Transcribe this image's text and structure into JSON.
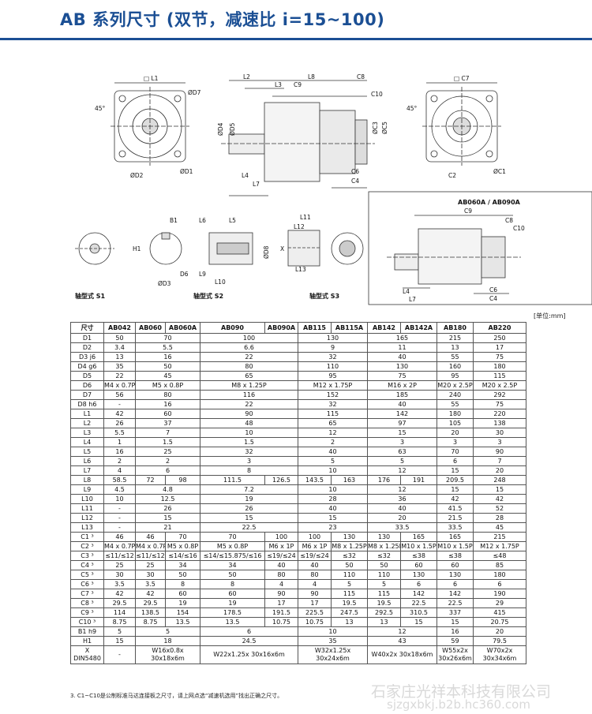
{
  "title": "AB 系列尺寸 (双节，减速比 i=15~100)",
  "unit_note": "[单位:mm]",
  "footnote": "3. C1~C10是公制标准马达连接板之尺寸，请上网点选“减速机选用”找出正确之尺寸。",
  "watermark": "石家庄光祥本科技有限公司",
  "watermark_url": "sjzgxbkj.b2b.hc360.com",
  "drawing_labels": {
    "inset_title": "AB060A / AB090A",
    "shaft_s1": "轴型式 S1",
    "shaft_s2": "轴型式 S2",
    "shaft_s3": "轴型式 S3",
    "dims": [
      "□ L1",
      "45°",
      "ØD7",
      "ØD2",
      "ØD1",
      "L2",
      "L3",
      "C9",
      "L8",
      "C8",
      "C10",
      "L4",
      "L7",
      "C6",
      "C4",
      "□ C7",
      "45°",
      "C2",
      "ØC1",
      "ØD4",
      "ØD5",
      "ØC3",
      "ØC5",
      "B1",
      "H1",
      "ØD3",
      "L6",
      "L5",
      "D6",
      "L9",
      "L10",
      "L11",
      "L12",
      "L13",
      "ØD8",
      "X",
      "C9",
      "C8",
      "C10",
      "L4",
      "L7",
      "C6",
      "C4"
    ]
  },
  "table": {
    "header": [
      "尺寸",
      "AB042",
      "AB060",
      "AB060A",
      "AB090",
      "AB090A",
      "AB115",
      "AB115A",
      "AB142",
      "AB142A",
      "AB180",
      "AB220"
    ],
    "rows": [
      [
        "D1",
        "50",
        {
          "v": "70",
          "span": 2
        },
        {
          "v": "100",
          "span": 2
        },
        {
          "v": "130",
          "span": 2
        },
        {
          "v": "165",
          "span": 2
        },
        "215",
        "250"
      ],
      [
        "D2",
        "3.4",
        {
          "v": "5.5",
          "span": 2
        },
        {
          "v": "6.6",
          "span": 2
        },
        {
          "v": "9",
          "span": 2
        },
        {
          "v": "11",
          "span": 2
        },
        "13",
        "17"
      ],
      [
        "D3 j6",
        "13",
        {
          "v": "16",
          "span": 2
        },
        {
          "v": "22",
          "span": 2
        },
        {
          "v": "32",
          "span": 2
        },
        {
          "v": "40",
          "span": 2
        },
        "55",
        "75"
      ],
      [
        "D4 g6",
        "35",
        {
          "v": "50",
          "span": 2
        },
        {
          "v": "80",
          "span": 2
        },
        {
          "v": "110",
          "span": 2
        },
        {
          "v": "130",
          "span": 2
        },
        "160",
        "180"
      ],
      [
        "D5",
        "22",
        {
          "v": "45",
          "span": 2
        },
        {
          "v": "65",
          "span": 2
        },
        {
          "v": "95",
          "span": 2
        },
        {
          "v": "75",
          "span": 2
        },
        "95",
        "115"
      ],
      [
        "D6",
        "M4 x 0.7P",
        {
          "v": "M5 x 0.8P",
          "span": 2
        },
        {
          "v": "M8 x 1.25P",
          "span": 2
        },
        {
          "v": "M12 x 1.75P",
          "span": 2
        },
        {
          "v": "M16 x 2P",
          "span": 2
        },
        "M20 x 2.5P",
        "M20 x 2.5P"
      ],
      [
        "D7",
        "56",
        {
          "v": "80",
          "span": 2
        },
        {
          "v": "116",
          "span": 2
        },
        {
          "v": "152",
          "span": 2
        },
        {
          "v": "185",
          "span": 2
        },
        "240",
        "292"
      ],
      [
        "D8 h6",
        "-",
        {
          "v": "16",
          "span": 2
        },
        {
          "v": "22",
          "span": 2
        },
        {
          "v": "32",
          "span": 2
        },
        {
          "v": "40",
          "span": 2
        },
        "55",
        "75"
      ],
      [
        "L1",
        "42",
        {
          "v": "60",
          "span": 2
        },
        {
          "v": "90",
          "span": 2
        },
        {
          "v": "115",
          "span": 2
        },
        {
          "v": "142",
          "span": 2
        },
        "180",
        "220"
      ],
      [
        "L2",
        "26",
        {
          "v": "37",
          "span": 2
        },
        {
          "v": "48",
          "span": 2
        },
        {
          "v": "65",
          "span": 2
        },
        {
          "v": "97",
          "span": 2
        },
        "105",
        "138"
      ],
      [
        "L3",
        "5.5",
        {
          "v": "7",
          "span": 2
        },
        {
          "v": "10",
          "span": 2
        },
        {
          "v": "12",
          "span": 2
        },
        {
          "v": "15",
          "span": 2
        },
        "20",
        "30"
      ],
      [
        "L4",
        "1",
        {
          "v": "1.5",
          "span": 2
        },
        {
          "v": "1.5",
          "span": 2
        },
        {
          "v": "2",
          "span": 2
        },
        {
          "v": "3",
          "span": 2
        },
        "3",
        "3"
      ],
      [
        "L5",
        "16",
        {
          "v": "25",
          "span": 2
        },
        {
          "v": "32",
          "span": 2
        },
        {
          "v": "40",
          "span": 2
        },
        {
          "v": "63",
          "span": 2
        },
        "70",
        "90"
      ],
      [
        "L6",
        "2",
        {
          "v": "2",
          "span": 2
        },
        {
          "v": "3",
          "span": 2
        },
        {
          "v": "5",
          "span": 2
        },
        {
          "v": "5",
          "span": 2
        },
        "6",
        "7"
      ],
      [
        "L7",
        "4",
        {
          "v": "6",
          "span": 2
        },
        {
          "v": "8",
          "span": 2
        },
        {
          "v": "10",
          "span": 2
        },
        {
          "v": "12",
          "span": 2
        },
        "15",
        "20"
      ],
      [
        "L8",
        "58.5",
        "72",
        "98",
        "111.5",
        "126.5",
        "143.5",
        "163",
        "176",
        "191",
        "209.5",
        "248"
      ],
      [
        "L9",
        "4.5",
        {
          "v": "4.8",
          "span": 2
        },
        {
          "v": "7.2",
          "span": 2
        },
        {
          "v": "10",
          "span": 2
        },
        {
          "v": "12",
          "span": 2
        },
        "15",
        "15"
      ],
      [
        "L10",
        "10",
        {
          "v": "12.5",
          "span": 2
        },
        {
          "v": "19",
          "span": 2
        },
        {
          "v": "28",
          "span": 2
        },
        {
          "v": "36",
          "span": 2
        },
        "42",
        "42"
      ],
      [
        "L11",
        "-",
        {
          "v": "26",
          "span": 2
        },
        {
          "v": "26",
          "span": 2
        },
        {
          "v": "40",
          "span": 2
        },
        {
          "v": "40",
          "span": 2
        },
        "41.5",
        "52"
      ],
      [
        "L12",
        "-",
        {
          "v": "15",
          "span": 2
        },
        {
          "v": "15",
          "span": 2
        },
        {
          "v": "15",
          "span": 2
        },
        {
          "v": "20",
          "span": 2
        },
        "21.5",
        "28"
      ],
      [
        "L13",
        "-",
        {
          "v": "21",
          "span": 2
        },
        {
          "v": "22.5",
          "span": 2
        },
        {
          "v": "23",
          "span": 2
        },
        {
          "v": "33.5",
          "span": 2
        },
        "33.5",
        "45"
      ],
      [
        "C1 ³",
        "46",
        "46",
        "70",
        "70",
        "100",
        "100",
        "130",
        "130",
        "165",
        "165",
        "215"
      ],
      [
        "C2 ³",
        "M4 x 0.7P",
        "M4 x 0.7P",
        "M5 x 0.8P",
        "M5 x 0.8P",
        "M6 x 1P",
        "M6 x 1P",
        "M8 x 1.25P",
        "M8 x 1.25P",
        "M10 x 1.5P",
        "M10 x 1.5P",
        "M12 x 1.75P"
      ],
      [
        "C3 ³",
        "≤11/≤12",
        "≤11/≤12",
        "≤14/≤16",
        "≤14/≤15.875/≤16",
        "≤19/≤24",
        "≤19/≤24",
        "≤32",
        "≤32",
        "≤38",
        "≤38",
        "≤48"
      ],
      [
        "C4 ³",
        "25",
        "25",
        "34",
        "34",
        "40",
        "40",
        "50",
        "50",
        "60",
        "60",
        "85"
      ],
      [
        "C5 ³",
        "30",
        "30",
        "50",
        "50",
        "80",
        "80",
        "110",
        "110",
        "130",
        "130",
        "180"
      ],
      [
        "C6 ³",
        "3.5",
        "3.5",
        "8",
        "8",
        "4",
        "4",
        "5",
        "5",
        "6",
        "6",
        "6"
      ],
      [
        "C7 ³",
        "42",
        "42",
        "60",
        "60",
        "90",
        "90",
        "115",
        "115",
        "142",
        "142",
        "190"
      ],
      [
        "C8 ³",
        "29.5",
        "29.5",
        "19",
        "19",
        "17",
        "17",
        "19.5",
        "19.5",
        "22.5",
        "22.5",
        "29"
      ],
      [
        "C9 ³",
        "114",
        "138.5",
        "154",
        "178.5",
        "191.5",
        "225.5",
        "247.5",
        "292.5",
        "310.5",
        "337",
        "415"
      ],
      [
        "C10 ³",
        "8.75",
        "8.75",
        "13.5",
        "13.5",
        "10.75",
        "10.75",
        "13",
        "13",
        "15",
        "15",
        "20.75"
      ],
      [
        "B1 h9",
        "5",
        {
          "v": "5",
          "span": 2
        },
        {
          "v": "6",
          "span": 2
        },
        {
          "v": "10",
          "span": 2
        },
        {
          "v": "12",
          "span": 2
        },
        "16",
        "20"
      ],
      [
        "H1",
        "15",
        {
          "v": "18",
          "span": 2
        },
        {
          "v": "24.5",
          "span": 2
        },
        {
          "v": "35",
          "span": 2
        },
        {
          "v": "43",
          "span": 2
        },
        "59",
        "79.5"
      ],
      [
        "X DIN5480",
        "-",
        {
          "v": "W16x0.8x 30x18x6m",
          "span": 2
        },
        {
          "v": "W22x1.25x 30x16x6m",
          "span": 2
        },
        {
          "v": "W32x1.25x 30x24x6m",
          "span": 2
        },
        {
          "v": "W40x2x 30x18x6m",
          "span": 2
        },
        "W55x2x 30x26x6m",
        "W70x2x 30x34x6m"
      ]
    ]
  }
}
